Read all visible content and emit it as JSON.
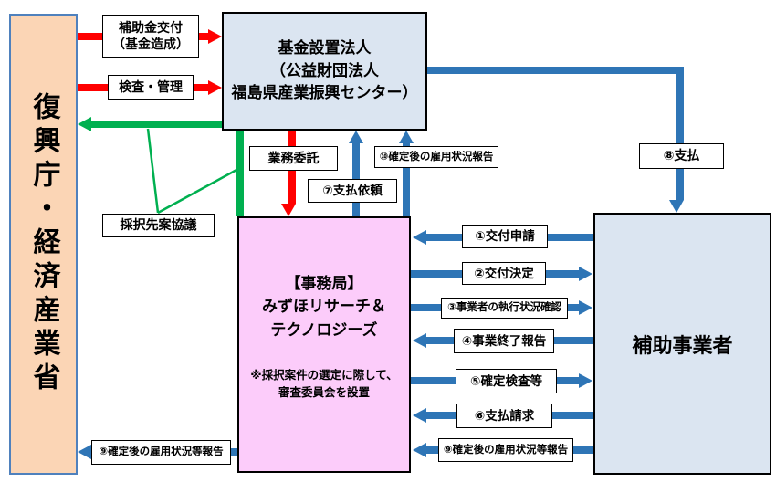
{
  "colors": {
    "red_arrow": "#FF0000",
    "green_arrow": "#00B050",
    "blue_arrow": "#2E75B6",
    "ministry_fill": "#FBD5B5",
    "ministry_border": "#4F81BD",
    "org_fill": "#DBE5F1",
    "secretariat_fill": "#FCCCFA",
    "label_border": "#000000"
  },
  "nodes": {
    "ministry": {
      "label": "復興庁・経済産業省"
    },
    "fund_org": {
      "label": "基金設置法人\n（公益財団法人\n福島県産業振興センター）"
    },
    "secretariat": {
      "title": "【事務局】\nみずほリサーチ＆\nテクノロジーズ",
      "note": "※採択案件の選定に際して、\n審査委員会を設置"
    },
    "subsidized": {
      "label": "補助事業者"
    }
  },
  "flows": {
    "grant": "補助金交付\n（基金造成）",
    "inspection": "検査・管理",
    "outsourcing": "業務委託",
    "adoption_consult": "採択先案協議",
    "f1": "①交付申請",
    "f2": "②交付決定",
    "f3": "③事業者の執行状況確認",
    "f4": "④事業終了報告",
    "f5": "⑤確定検査等",
    "f6": "⑥支払請求",
    "f7": "⑦支払依頼",
    "f8": "⑧支払",
    "f9_left": "⑨確定後の雇用状況等報告",
    "f9_right": "⑨確定後の雇用状況等報告",
    "f10": "⑩確定後の雇用状況報告"
  }
}
